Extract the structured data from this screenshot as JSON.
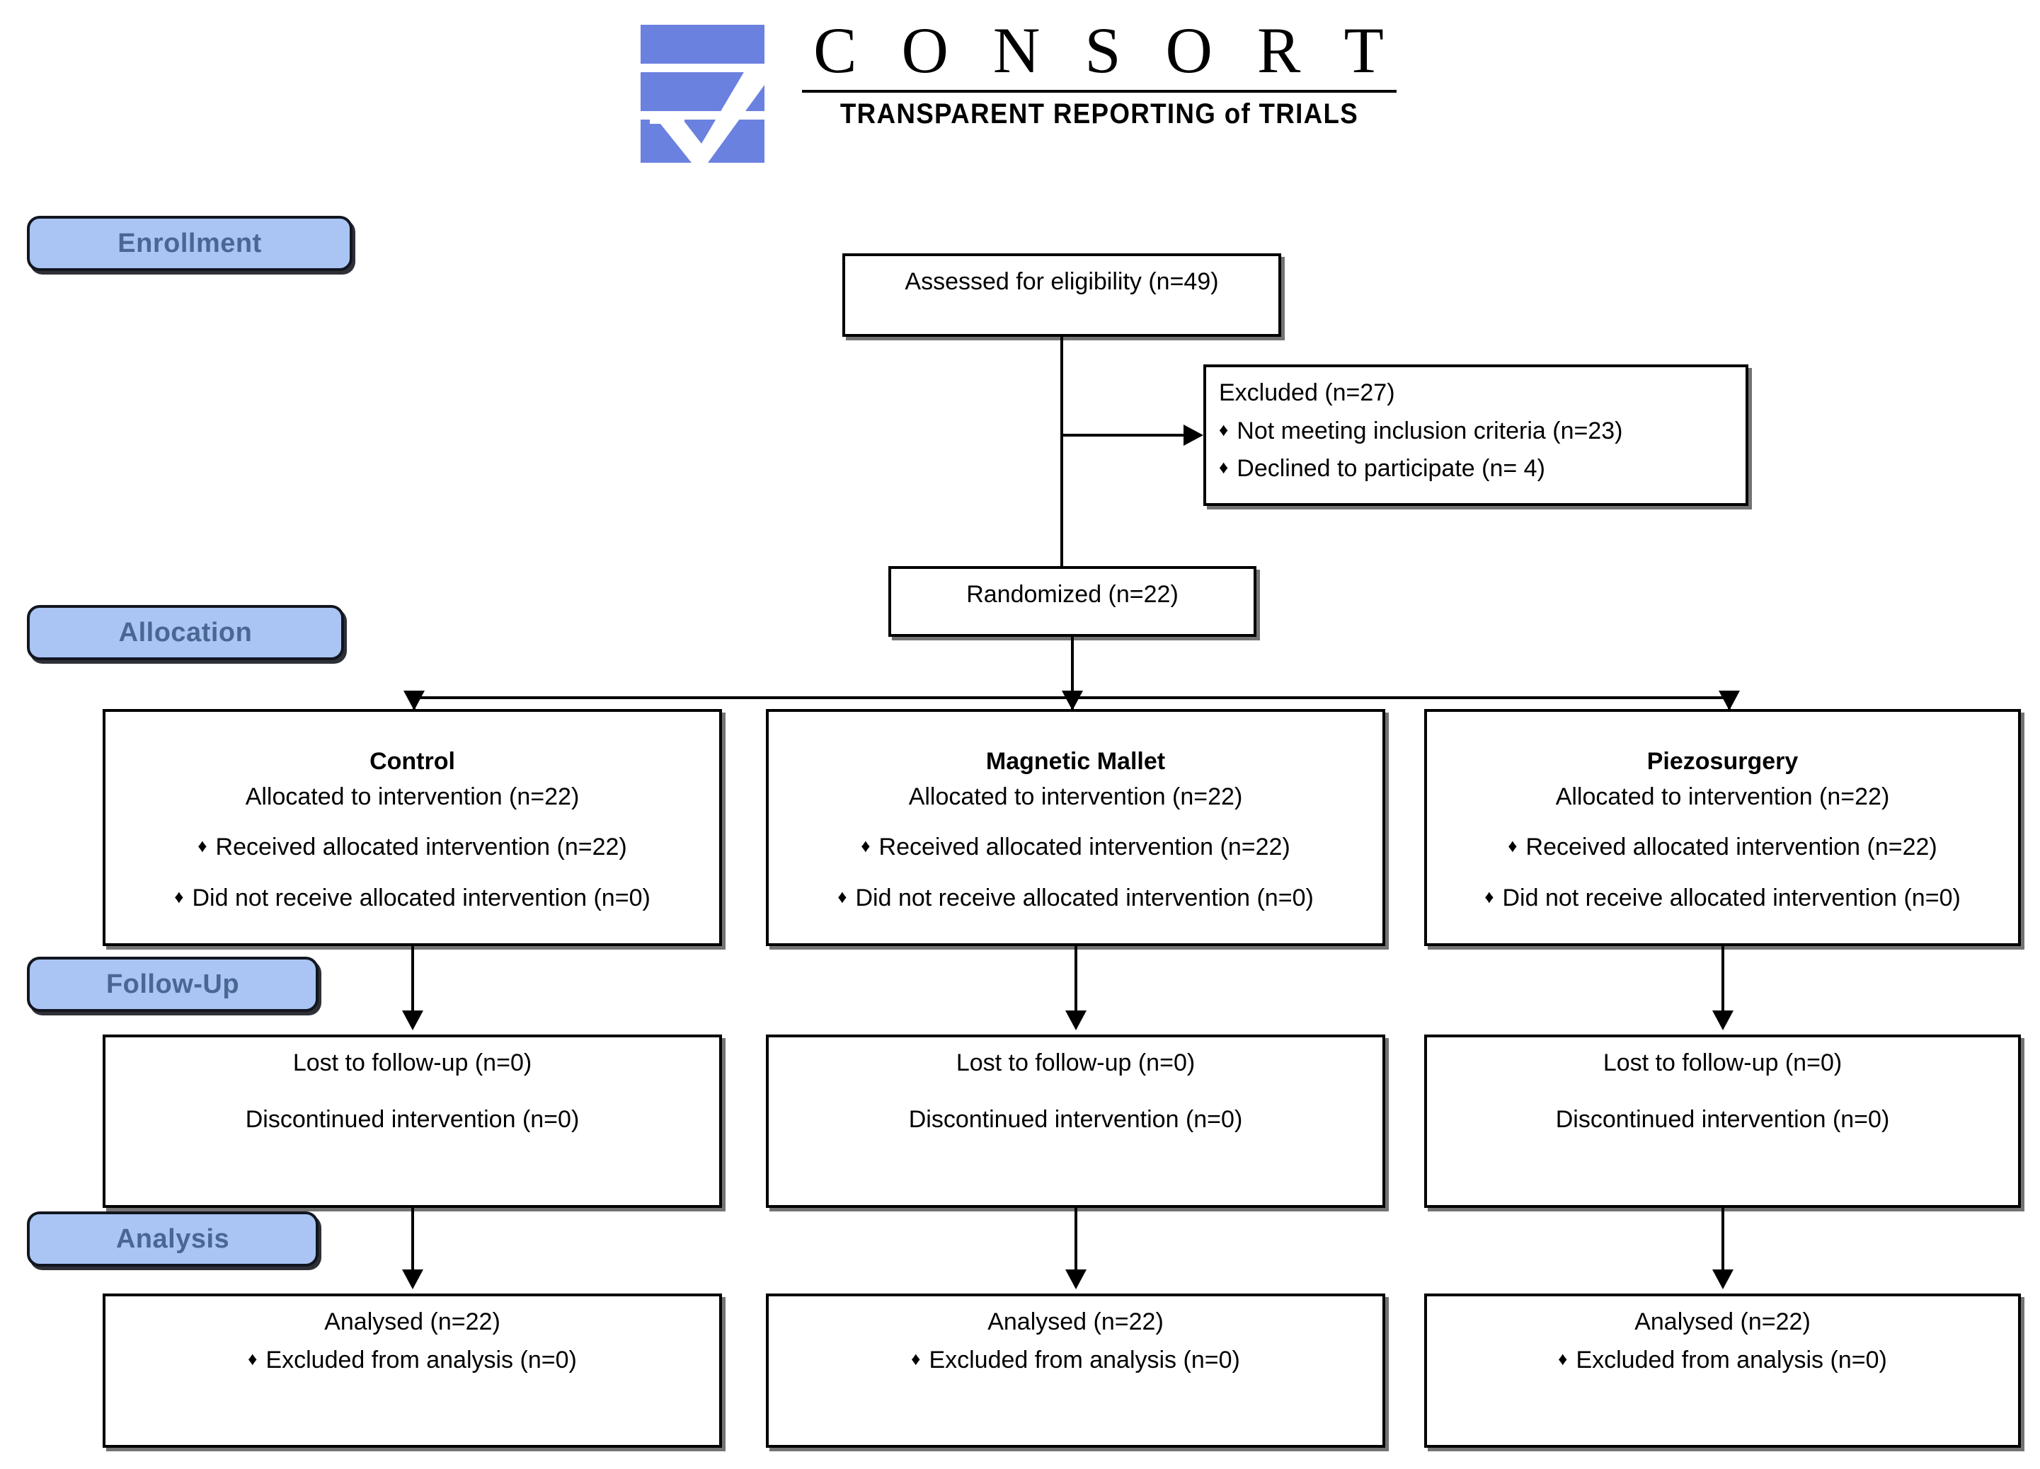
{
  "logo": {
    "wordmark": "C O N S O R T",
    "tagline": "TRANSPARENT REPORTING of TRIALS",
    "mark_color": "#6b81e0",
    "check_color": "#ffffff"
  },
  "theme": {
    "stage_fill": "#aac4f4",
    "stage_text": "#4a6794",
    "stage_border": "#12161f",
    "box_border": "#000000",
    "box_fill": "#ffffff",
    "connector": "#000000"
  },
  "stages": {
    "enrollment": "Enrollment",
    "allocation": "Allocation",
    "followup": "Follow-Up",
    "analysis": "Analysis"
  },
  "enrollment": {
    "assessed": "Assessed for eligibility (n=49)",
    "excluded": {
      "title": "Excluded (n=27)",
      "reasons": [
        "Not meeting inclusion criteria (n=23)",
        "Declined to participate (n= 4)"
      ]
    },
    "randomized": "Randomized (n=22)"
  },
  "bullet_glyph": "♦",
  "arms": [
    {
      "name": "Control",
      "allocated": "Allocated to intervention (n=22)",
      "allocation_bullets": [
        "Received allocated intervention (n=22)",
        "Did not receive allocated intervention (n=0)"
      ],
      "followup_lines": [
        "Lost to follow-up (n=0)",
        "Discontinued intervention (n=0)"
      ],
      "analysed": "Analysed (n=22)",
      "analysis_bullets": [
        "Excluded from analysis (n=0)"
      ]
    },
    {
      "name": "Magnetic Mallet",
      "allocated": "Allocated to intervention (n=22)",
      "allocation_bullets": [
        "Received allocated intervention (n=22)",
        "Did not receive allocated intervention (n=0)"
      ],
      "followup_lines": [
        "Lost to follow-up (n=0)",
        "Discontinued intervention (n=0)"
      ],
      "analysed": "Analysed (n=22)",
      "analysis_bullets": [
        "Excluded from analysis (n=0)"
      ]
    },
    {
      "name": "Piezosurgery",
      "allocated": "Allocated to intervention (n=22)",
      "allocation_bullets": [
        "Received allocated intervention (n=22)",
        "Did not receive allocated intervention (n=0)"
      ],
      "followup_lines": [
        "Lost to follow-up (n=0)",
        "Discontinued intervention (n=0)"
      ],
      "analysed": "Analysed (n=22)",
      "analysis_bullets": [
        "Excluded from analysis (n=0)"
      ]
    }
  ]
}
